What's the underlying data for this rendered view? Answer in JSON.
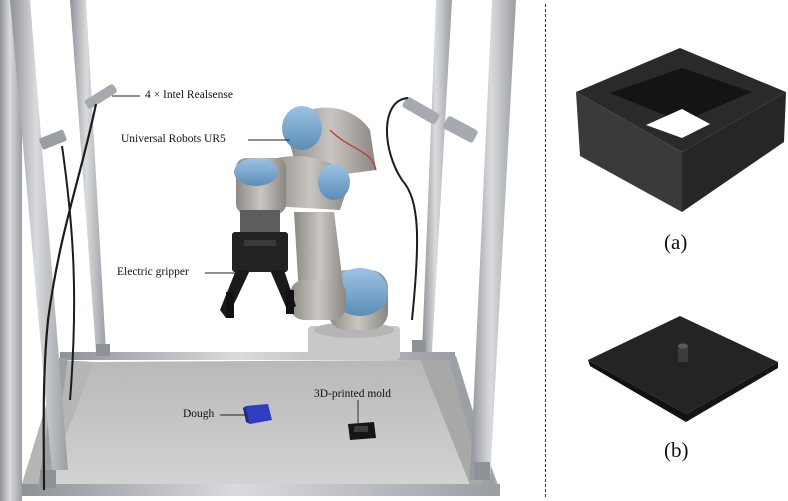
{
  "annotations": {
    "realsense": "4 × Intel Realsense",
    "robot": "Universal Robots UR5",
    "gripper": "Electric gripper",
    "dough": "Dough",
    "mold": "3D-printed mold"
  },
  "captions": {
    "a": "(a)",
    "b": "(b)"
  },
  "colors": {
    "frame": "#b9bcc0",
    "table": "#c9c9c9",
    "robot_cap": "#6f9ec4",
    "dough": "#2f3dbf",
    "mold": "#161616"
  }
}
